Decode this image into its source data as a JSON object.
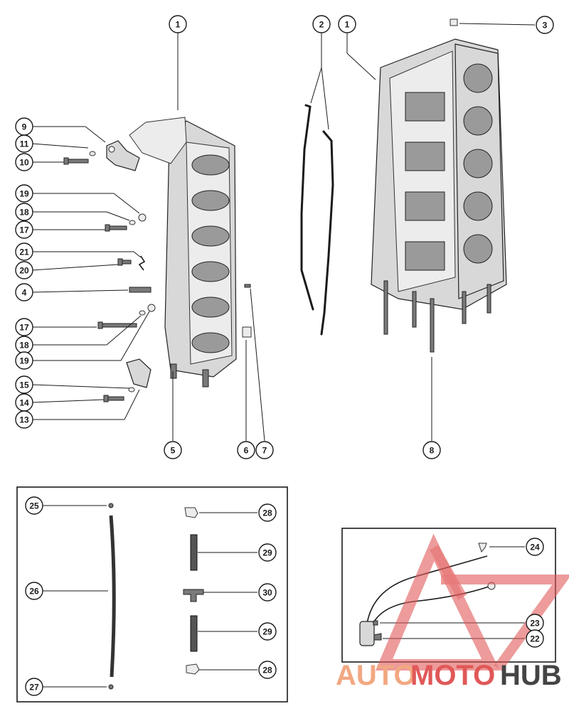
{
  "callouts": [
    "1",
    "1",
    "2",
    "3",
    "9",
    "11",
    "10",
    "19",
    "18",
    "17",
    "21",
    "20",
    "4",
    "17",
    "18",
    "19",
    "15",
    "14",
    "13",
    "5",
    "6",
    "7",
    "8",
    "25",
    "26",
    "27",
    "28",
    "29",
    "30",
    "29",
    "28",
    "24",
    "23",
    "22"
  ],
  "watermark": {
    "text_part1": "AUTO",
    "text_part2": "MOTO",
    "text_part3": "HUB",
    "color_light": "#f2a882",
    "color_red": "#e15858",
    "color_dark": "#444444"
  }
}
